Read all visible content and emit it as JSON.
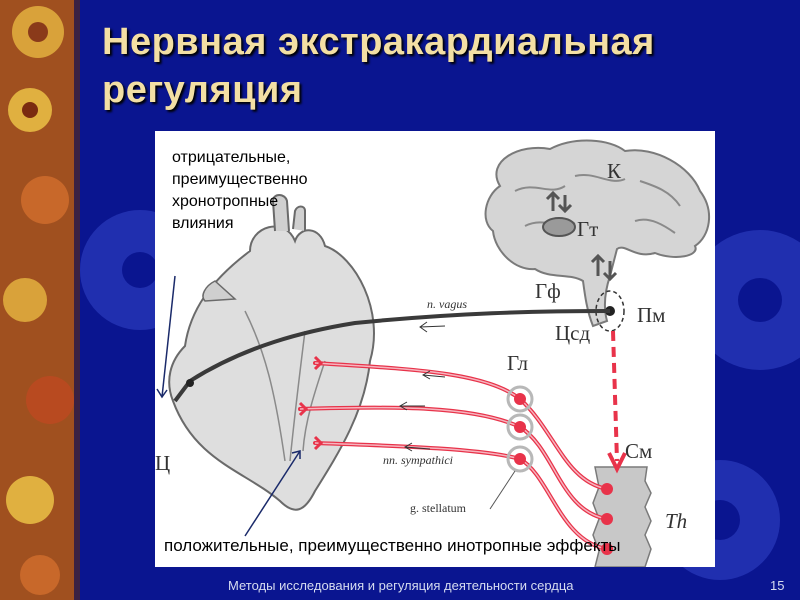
{
  "slide": {
    "title": "Нервная экстракардиальная регуляция",
    "footer": "Методы исследования и регуляция деятельности сердца",
    "page_number": "15"
  },
  "figure": {
    "negative_note": [
      "отрицательные,",
      "преимущественно",
      "хронотропные",
      "влияния"
    ],
    "positive_note": "положительные, преимущественно инотропные эффекты",
    "labels": {
      "cortex": "К",
      "hypothalamus": "Гт",
      "pituitary": "Гф",
      "medulla": "Пм",
      "cardio_center": "Цсд",
      "ganglion": "Гл",
      "spinal_cord": "См",
      "thoracic": "Th",
      "heart": "Ц",
      "vagus": "n. vagus",
      "sympathetic": "nn. sympathici",
      "stellate": "g. stellatum"
    }
  },
  "colors": {
    "background": "#0a1590",
    "title": "#f3dfa4",
    "nerve_sympathetic": "#e8334a",
    "nerve_vagus": "#3a3a3a"
  }
}
